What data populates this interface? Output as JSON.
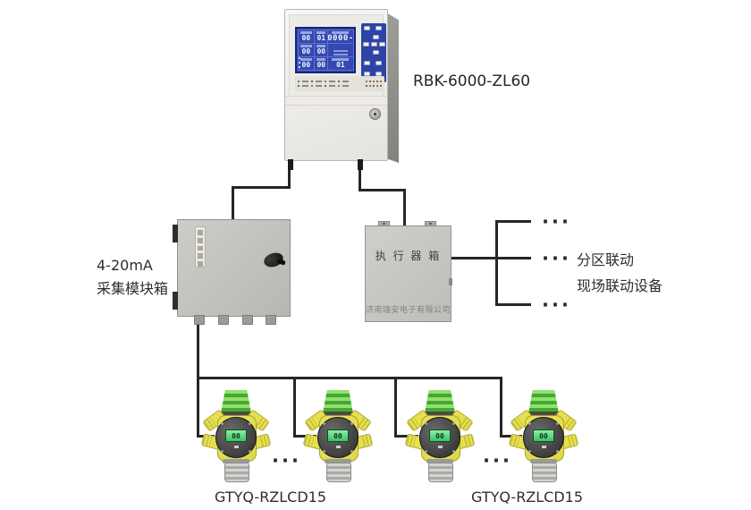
{
  "colors": {
    "wire": "#262626",
    "label_text": "#2e2e2e",
    "controller_body": "#eff0ea",
    "lcd_blue": "#3448b0",
    "lcd_border_blue": "#16247e",
    "keypad_blue": "#2e43a6",
    "gray_box_fill": "#c3c4bd",
    "detector_yellow": "#e6e04c",
    "detector_cap_green": "#5cc244",
    "detector_lcd_green": "#55d87e",
    "bezel_dark": "#2b2b2b"
  },
  "controller": {
    "model_label": "RBK-6000-ZL60",
    "lcd_rows": [
      [
        "00",
        "01",
        "0000-"
      ],
      [
        "00",
        "00",
        ""
      ],
      [
        "00",
        "00",
        "01"
      ]
    ]
  },
  "module_box": {
    "label_line1": "4-20mA",
    "label_line2": "采集模块箱"
  },
  "actuator_box": {
    "title": "执 行 器 箱",
    "company": "济南瑞安电子有限公司"
  },
  "linkage": {
    "line1": "分区联动",
    "line2": "现场联动设备",
    "ellipsis_top": "···",
    "ellipsis_mid": "···",
    "ellipsis_bot": "···"
  },
  "detector_section": {
    "display_value": "00",
    "label_left": "GTYQ-RZLCD15",
    "label_right": "GTYQ-RZLCD15",
    "ellipsis_left": "···",
    "ellipsis_right": "···"
  }
}
